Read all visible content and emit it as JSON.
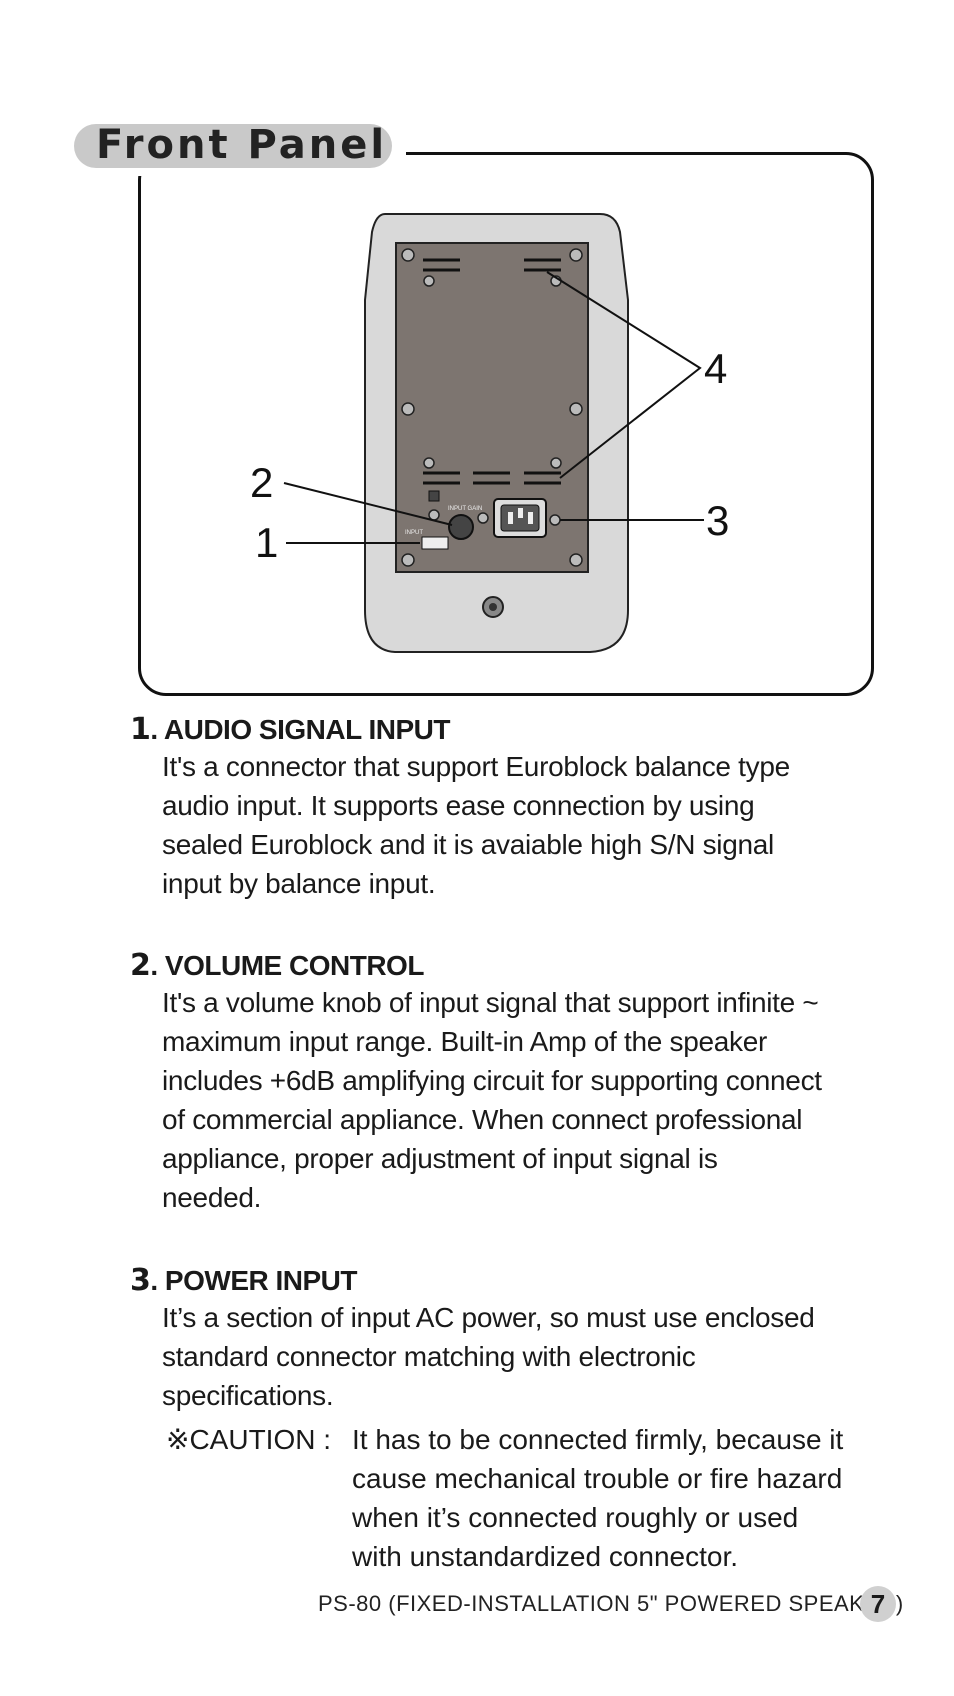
{
  "header": {
    "title": "Front Panel"
  },
  "diagram": {
    "callouts": [
      "1",
      "2",
      "3",
      "4"
    ],
    "panel_labels": {
      "input_gain": "INPUT GAIN",
      "input": "INPUT"
    }
  },
  "items": [
    {
      "number": "1",
      "heading": ". AUDIO SIGNAL INPUT",
      "lines": [
        "It's a connector that support Euroblock balance type",
        "audio input. It supports ease connection by using",
        "sealed Euroblock and it is avaiable high S/N signal",
        "input by balance input."
      ]
    },
    {
      "number": "2",
      "heading": ". VOLUME CONTROL",
      "lines": [
        "It's a volume knob of input signal that support infinite ~",
        "maximum input range. Built-in Amp of the speaker",
        "includes +6dB amplifying circuit for supporting connect",
        "of commercial appliance. When connect professional",
        "appliance, proper adjustment of input signal is",
        "needed."
      ]
    },
    {
      "number": "3",
      "heading": ". POWER INPUT",
      "lines": [
        "It’s a section of input AC power, so must use enclosed",
        "standard connector matching with electronic",
        "specifications."
      ]
    }
  ],
  "caution": {
    "label": "※CAUTION :",
    "lines": [
      "It has to be connected firmly, because it",
      "cause mechanical trouble or fire hazard",
      "when it’s connected roughly or used",
      "with unstandardized connector."
    ]
  },
  "footer": {
    "text": "PS-80 (FIXED-INSTALLATION 5\" POWERED SPEAKER)",
    "page": "7"
  },
  "colors": {
    "panel_fill": "#7d7570",
    "cabinet_fill": "#d9d9d9",
    "title_blob": "#c9c9c9"
  }
}
